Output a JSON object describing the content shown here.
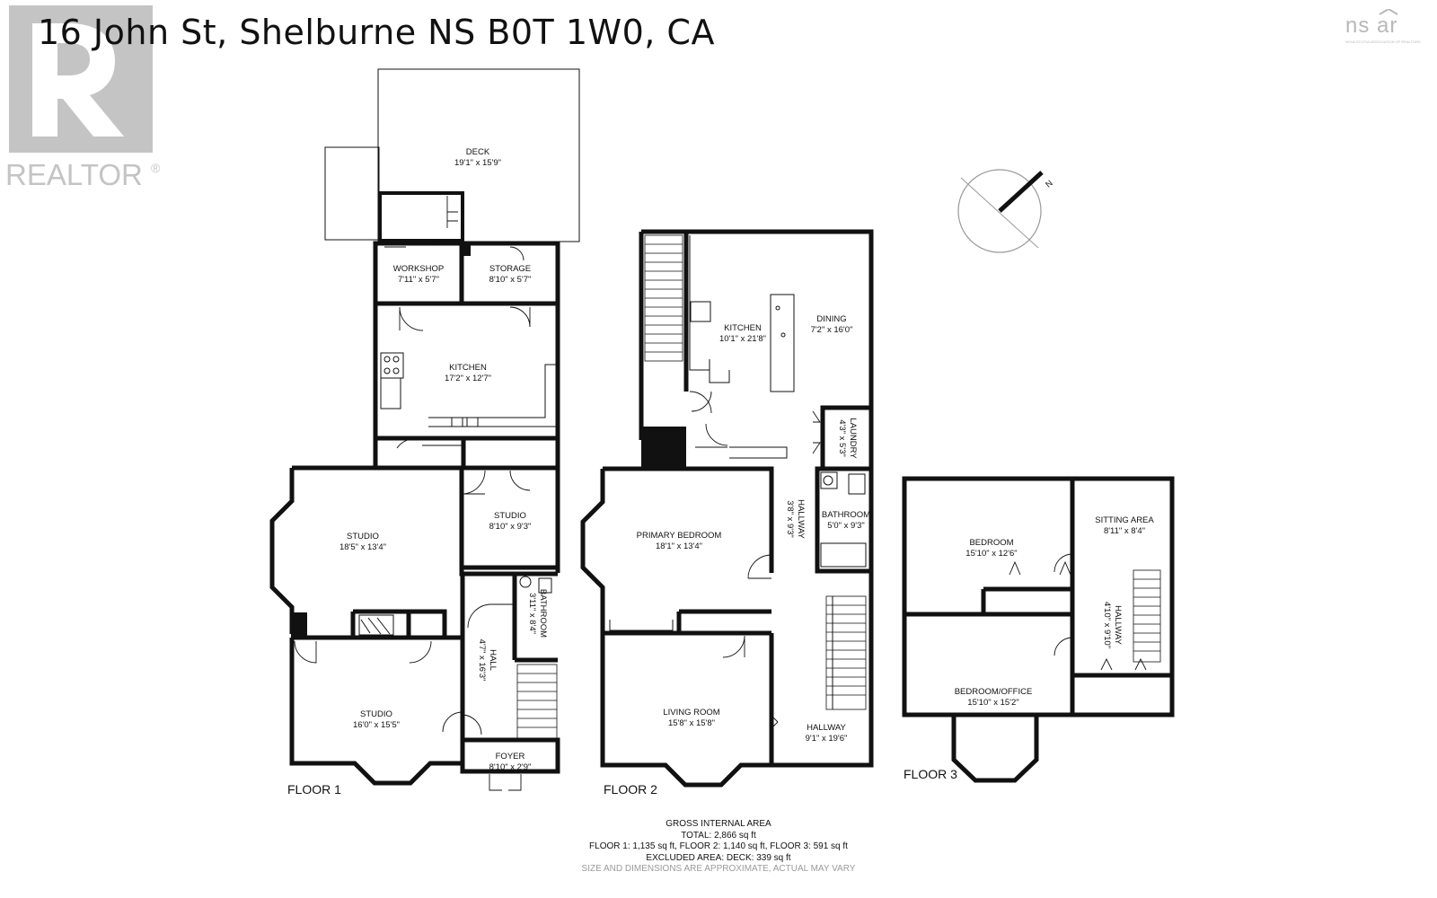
{
  "header": {
    "title": "16 John St, Shelburne NS B0T 1W0, CA",
    "realtor_logo_text": "REALTOR",
    "realtor_registered": "®",
    "nsar_logo_text": "ns ar",
    "nsar_logo_sub": "NOVA SCOTIA ASSOCIATION OF REALTORS"
  },
  "compass": {
    "label": "N"
  },
  "floors": {
    "floor1": {
      "label": "FLOOR 1",
      "rooms": [
        {
          "name": "DECK",
          "dims": "19'1\" x 15'9\""
        },
        {
          "name": "WORKSHOP",
          "dims": "7'11\" x 5'7\""
        },
        {
          "name": "STORAGE",
          "dims": "8'10\" x 5'7\""
        },
        {
          "name": "KITCHEN",
          "dims": "17'2\" x 12'7\""
        },
        {
          "name": "STUDIO",
          "dims": "18'5\" x 13'4\""
        },
        {
          "name": "STUDIO",
          "dims": "8'10\" x 9'3\""
        },
        {
          "name": "BATHROOM",
          "dims": "3'11\" x 8'4\""
        },
        {
          "name": "HALL",
          "dims": "4'7\" x 16'3\""
        },
        {
          "name": "STUDIO",
          "dims": "16'0\" x 15'5\""
        },
        {
          "name": "FOYER",
          "dims": "8'10\" x 2'9\""
        }
      ]
    },
    "floor2": {
      "label": "FLOOR 2",
      "rooms": [
        {
          "name": "KITCHEN",
          "dims": "10'1\" x 21'8\""
        },
        {
          "name": "DINING",
          "dims": "7'2\" x 16'0\""
        },
        {
          "name": "LAUNDRY",
          "dims": "4'3\" x 5'3\""
        },
        {
          "name": "HALLWAY",
          "dims": "3'8\" x 9'3\""
        },
        {
          "name": "BATHROOM",
          "dims": "5'0\" x 9'3\""
        },
        {
          "name": "PRIMARY BEDROOM",
          "dims": "18'1\" x 13'4\""
        },
        {
          "name": "LIVING ROOM",
          "dims": "15'8\" x 15'8\""
        },
        {
          "name": "HALLWAY",
          "dims": "9'1\" x 19'6\""
        }
      ]
    },
    "floor3": {
      "label": "FLOOR 3",
      "rooms": [
        {
          "name": "BEDROOM",
          "dims": "15'10\" x 12'6\""
        },
        {
          "name": "SITTING AREA",
          "dims": "8'11\" x 8'4\""
        },
        {
          "name": "HALLWAY",
          "dims": "4'10\" x 9'10\""
        },
        {
          "name": "BEDROOM/OFFICE",
          "dims": "15'10\" x 15'2\""
        }
      ]
    }
  },
  "area_summary": {
    "heading": "GROSS INTERNAL AREA",
    "total": "TOTAL: 2,866 sq ft",
    "floors": "FLOOR 1: 1,135 sq ft, FLOOR 2: 1,140 sq ft, FLOOR 3: 591 sq ft",
    "excluded": "EXCLUDED AREA: DECK: 339 sq ft",
    "note": "SIZE AND DIMENSIONS ARE APPROXIMATE, ACTUAL MAY VARY"
  }
}
